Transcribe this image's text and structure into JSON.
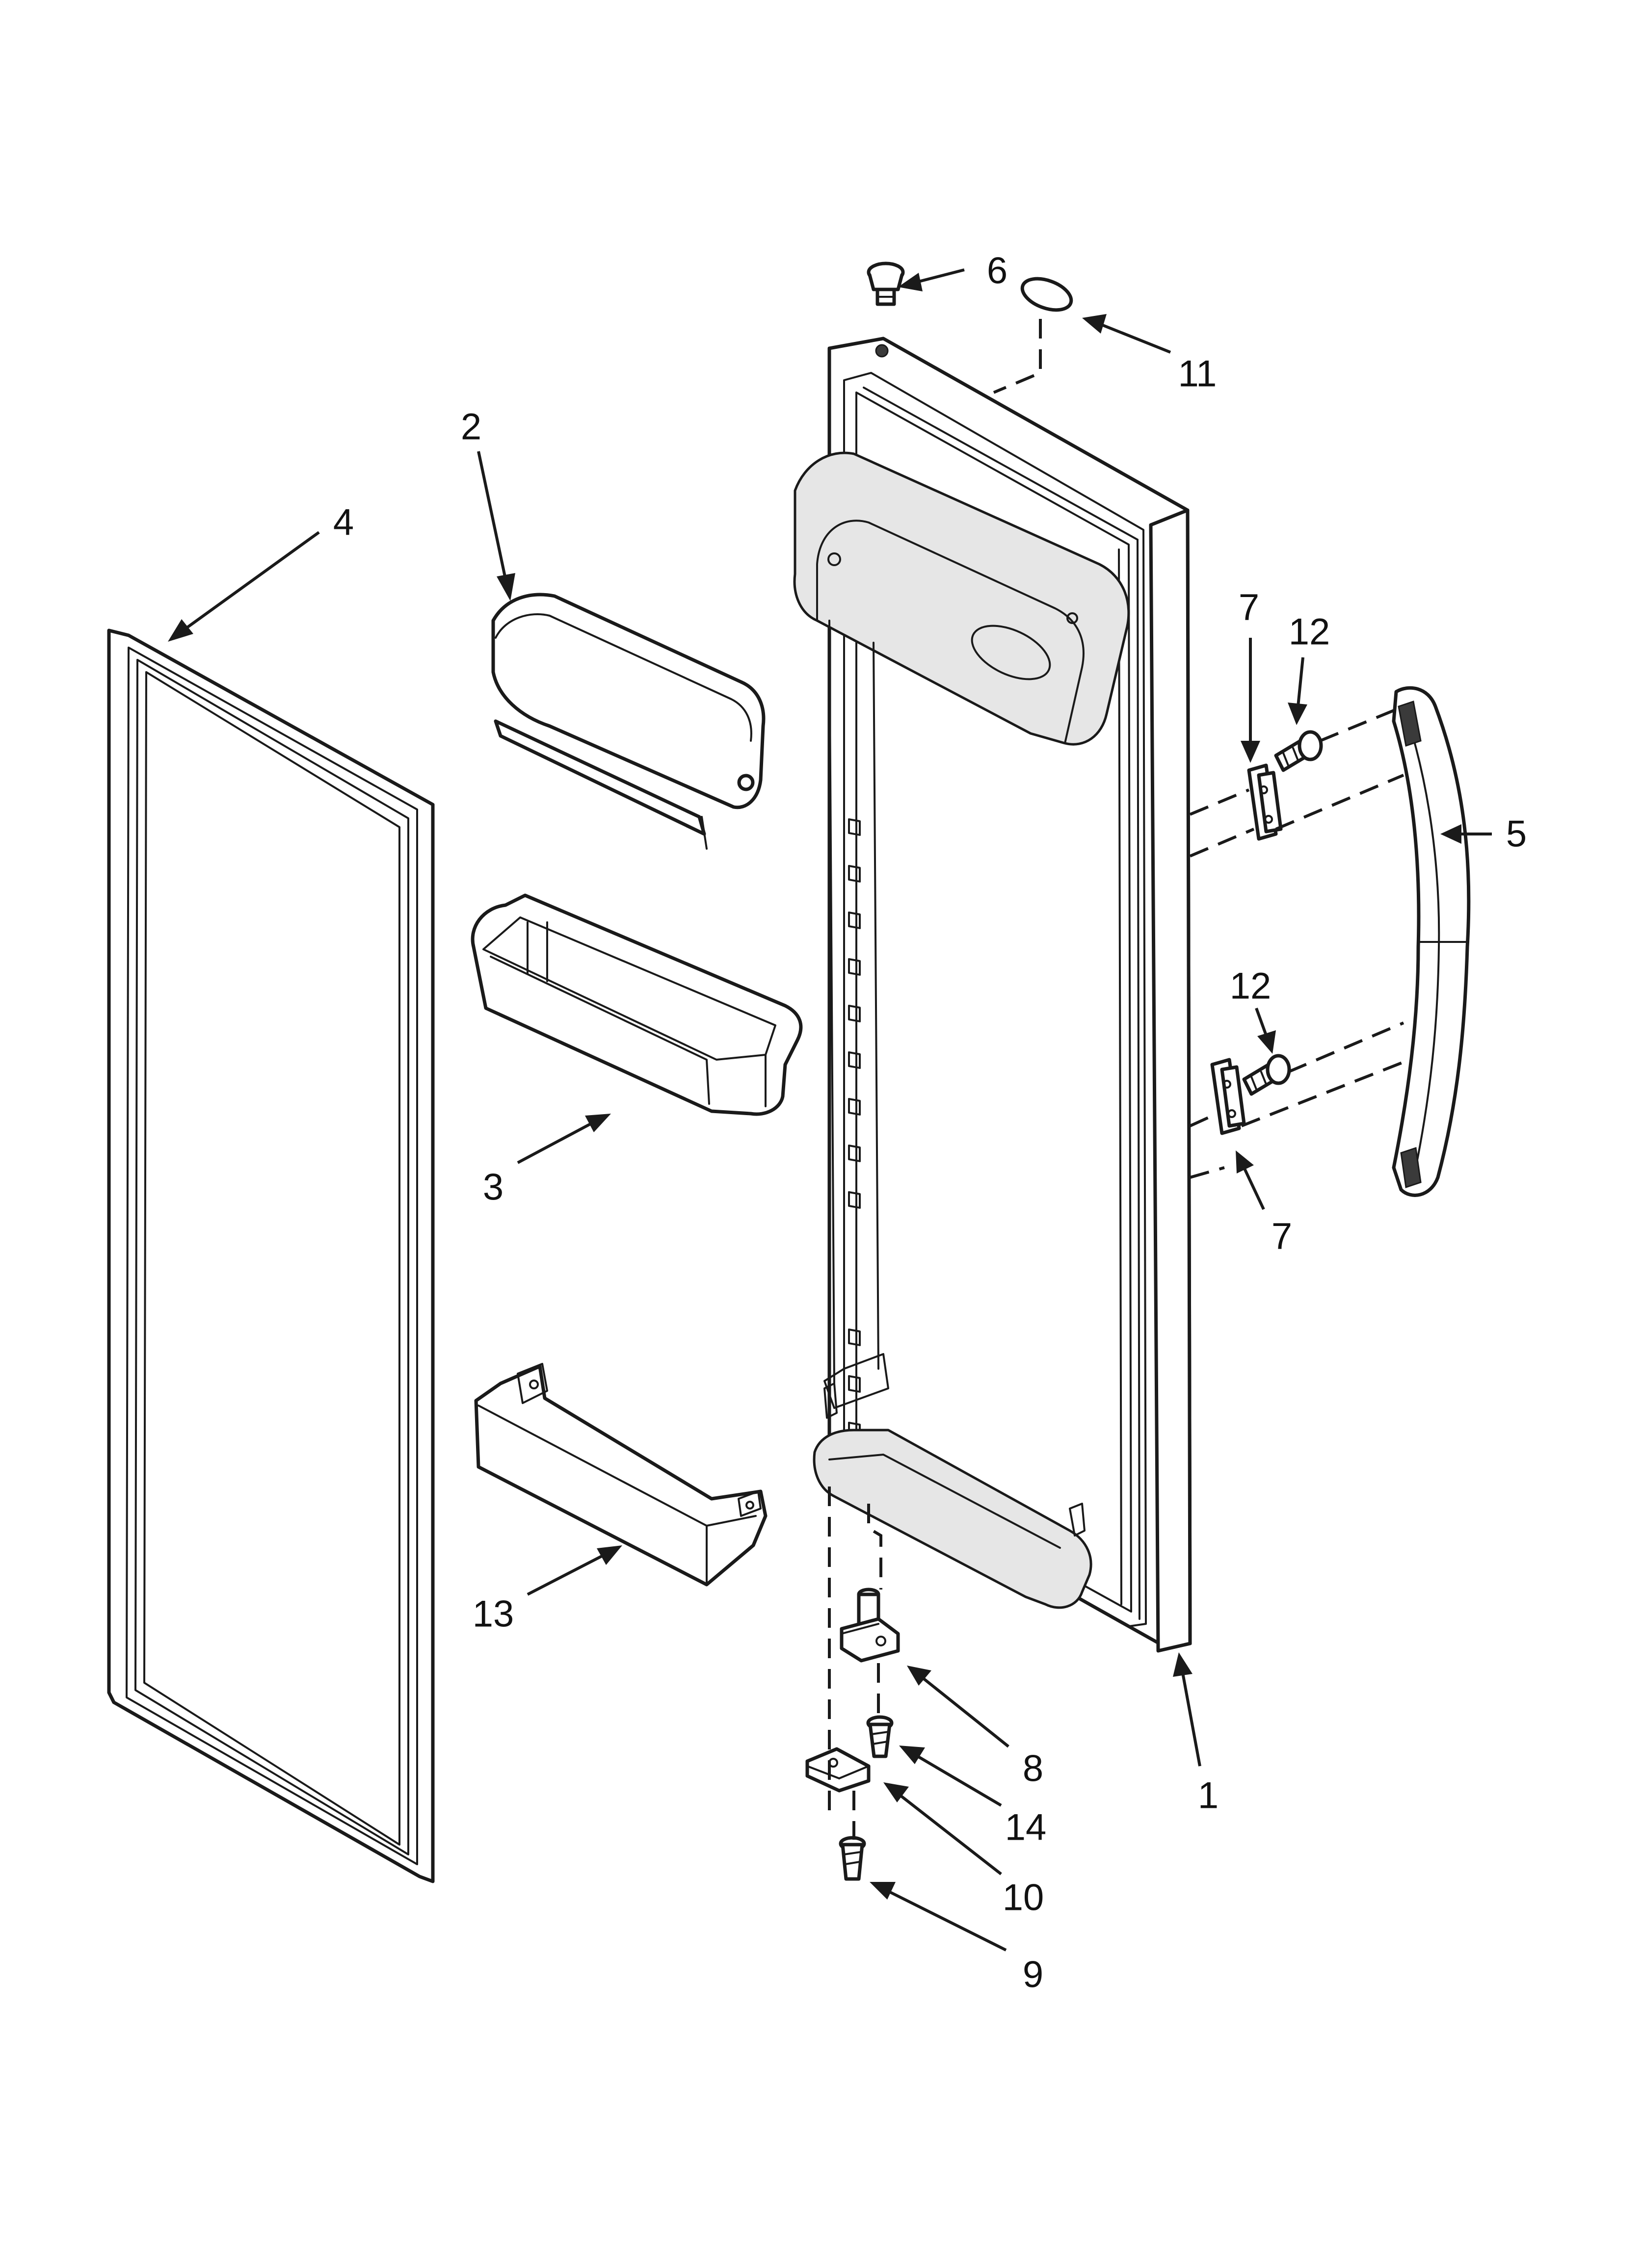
{
  "callouts": {
    "c1": "1",
    "c2": "2",
    "c3": "3",
    "c4": "4",
    "c5": "5",
    "c6": "6",
    "c7a": "7",
    "c7b": "7",
    "c8": "8",
    "c9": "9",
    "c10": "10",
    "c11": "11",
    "c12a": "12",
    "c12b": "12",
    "c13": "13",
    "c14": "14"
  },
  "colors": {
    "line": "#1a1a1a",
    "background": "#ffffff"
  }
}
